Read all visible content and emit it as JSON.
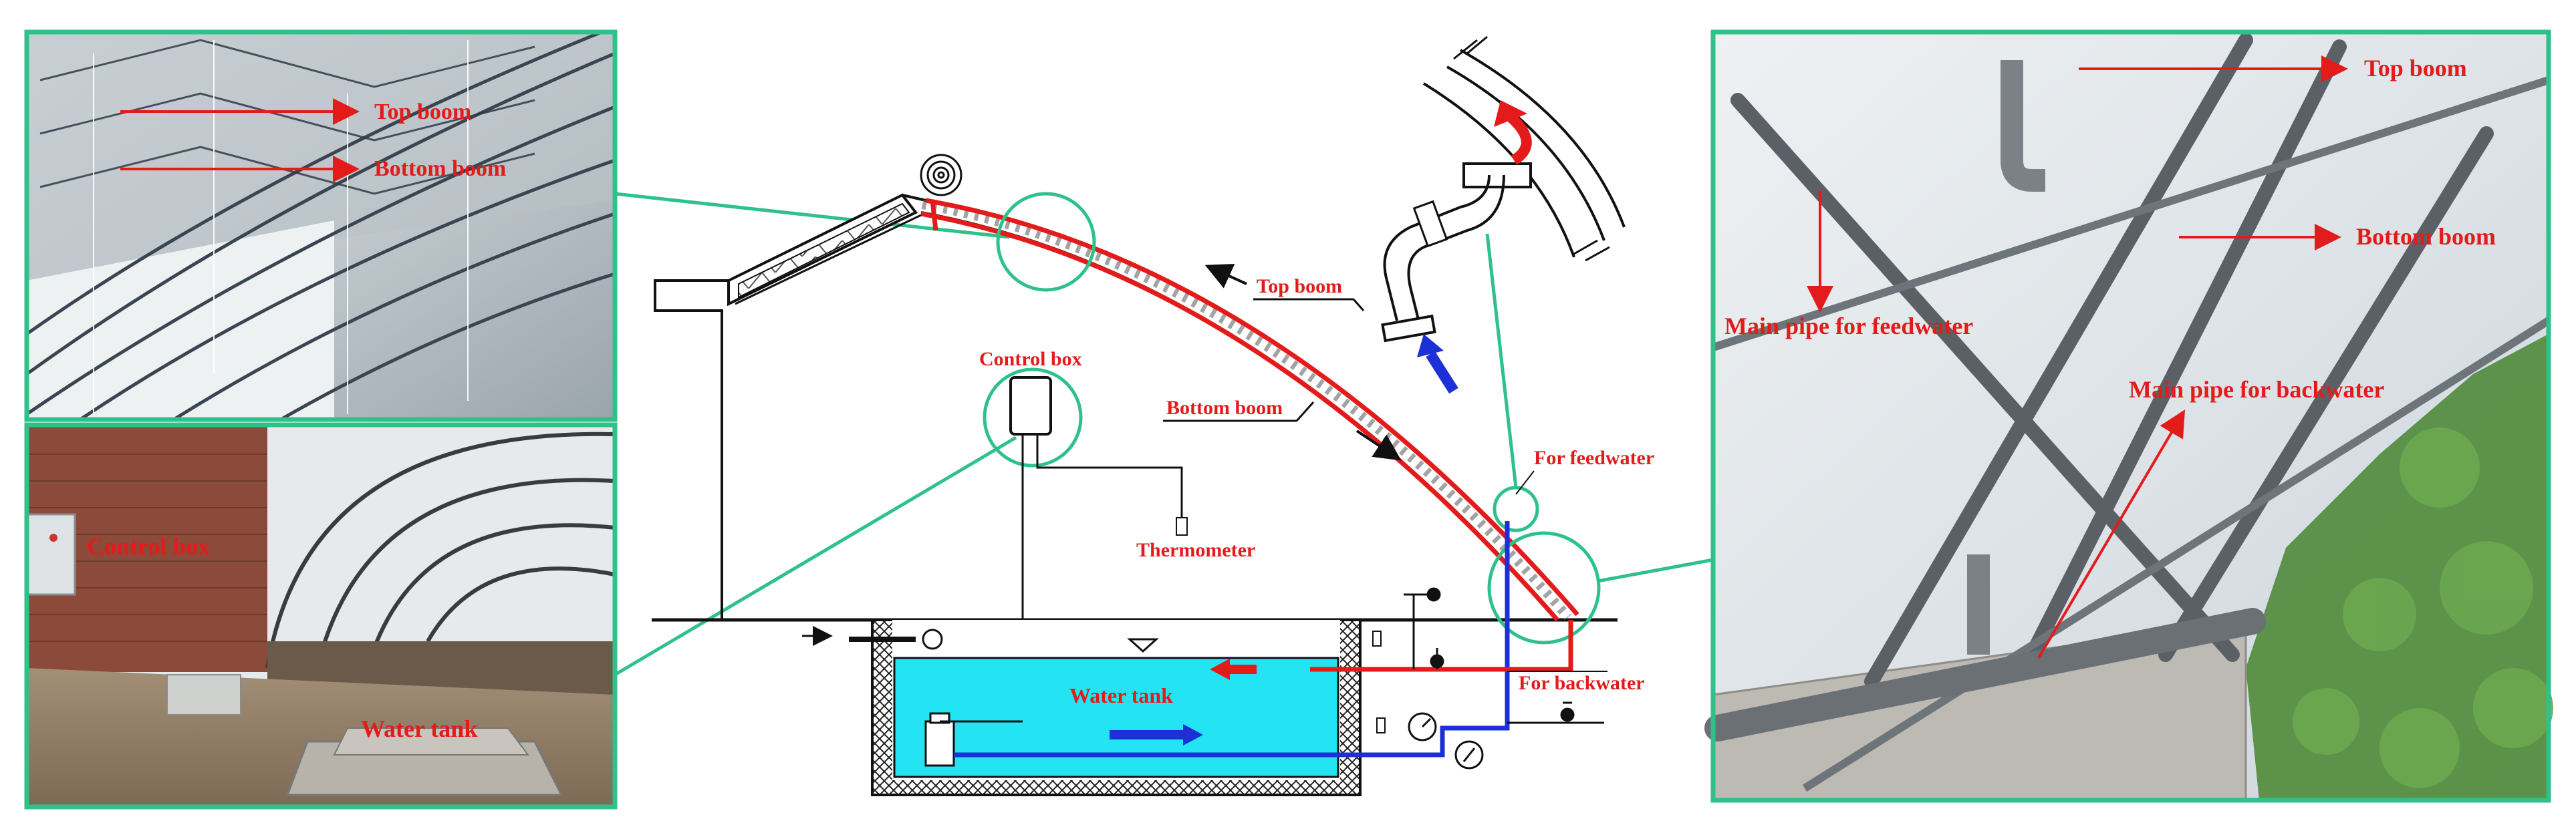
{
  "photo_top_left": {
    "top_boom_label": "Top boom",
    "bottom_boom_label": "Bottom boom"
  },
  "photo_bottom_left": {
    "control_box_label": "Control box",
    "water_tank_label": "Water tank"
  },
  "schematic": {
    "top_boom_label": "Top boom",
    "bottom_boom_label": "Bottom boom",
    "control_box_label": "Control box",
    "thermometer_label": "Thermometer",
    "water_tank_label": "Water tank",
    "feedwater_label": "For feedwater",
    "backwater_label": "For backwater"
  },
  "photo_right": {
    "top_boom_label": "Top boom",
    "bottom_boom_label": "Bottom boom",
    "feedwater_pipe_label": "Main pipe for feedwater",
    "backwater_pipe_label": "Main pipe for backwater"
  },
  "colors": {
    "frame_green": "#2ec28a",
    "annotation_red": "#e31b1b",
    "feed_blue": "#1d2fd6",
    "water_cyan": "#22e4f2",
    "line_black": "#111111"
  }
}
